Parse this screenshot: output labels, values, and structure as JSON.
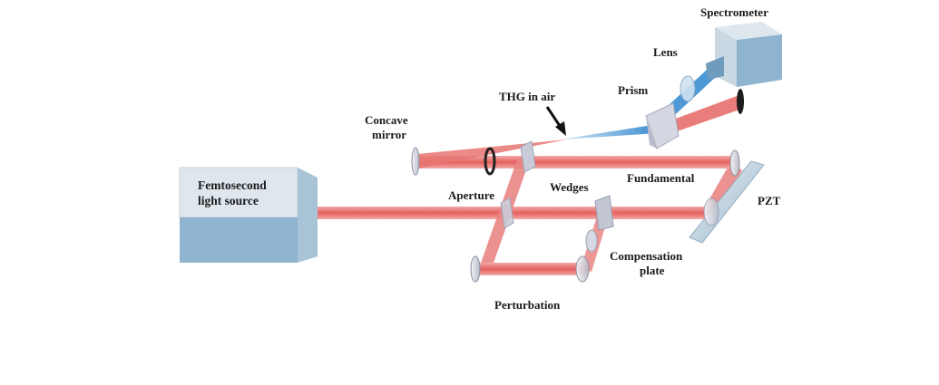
{
  "labels": {
    "spectrometer": "Spectrometer",
    "lens": "Lens",
    "prism": "Prism",
    "thg": "THG in air",
    "concave_line1": "Concave",
    "concave_line2": "mirror",
    "aperture": "Aperture",
    "wedges": "Wedges",
    "fundamental": "Fundamental",
    "source_line1": "Femtosecond",
    "source_line2": "light source",
    "pzt": "PZT",
    "comp_line1": "Compensation",
    "comp_line2": "plate",
    "perturbation": "Perturbation"
  },
  "colors": {
    "beam_red": "#e8706f",
    "beam_blue": "#5fa3d9",
    "box_face": "#8fb4cf",
    "box_top": "#d7e3ec",
    "box_side": "#a9c3d6"
  }
}
